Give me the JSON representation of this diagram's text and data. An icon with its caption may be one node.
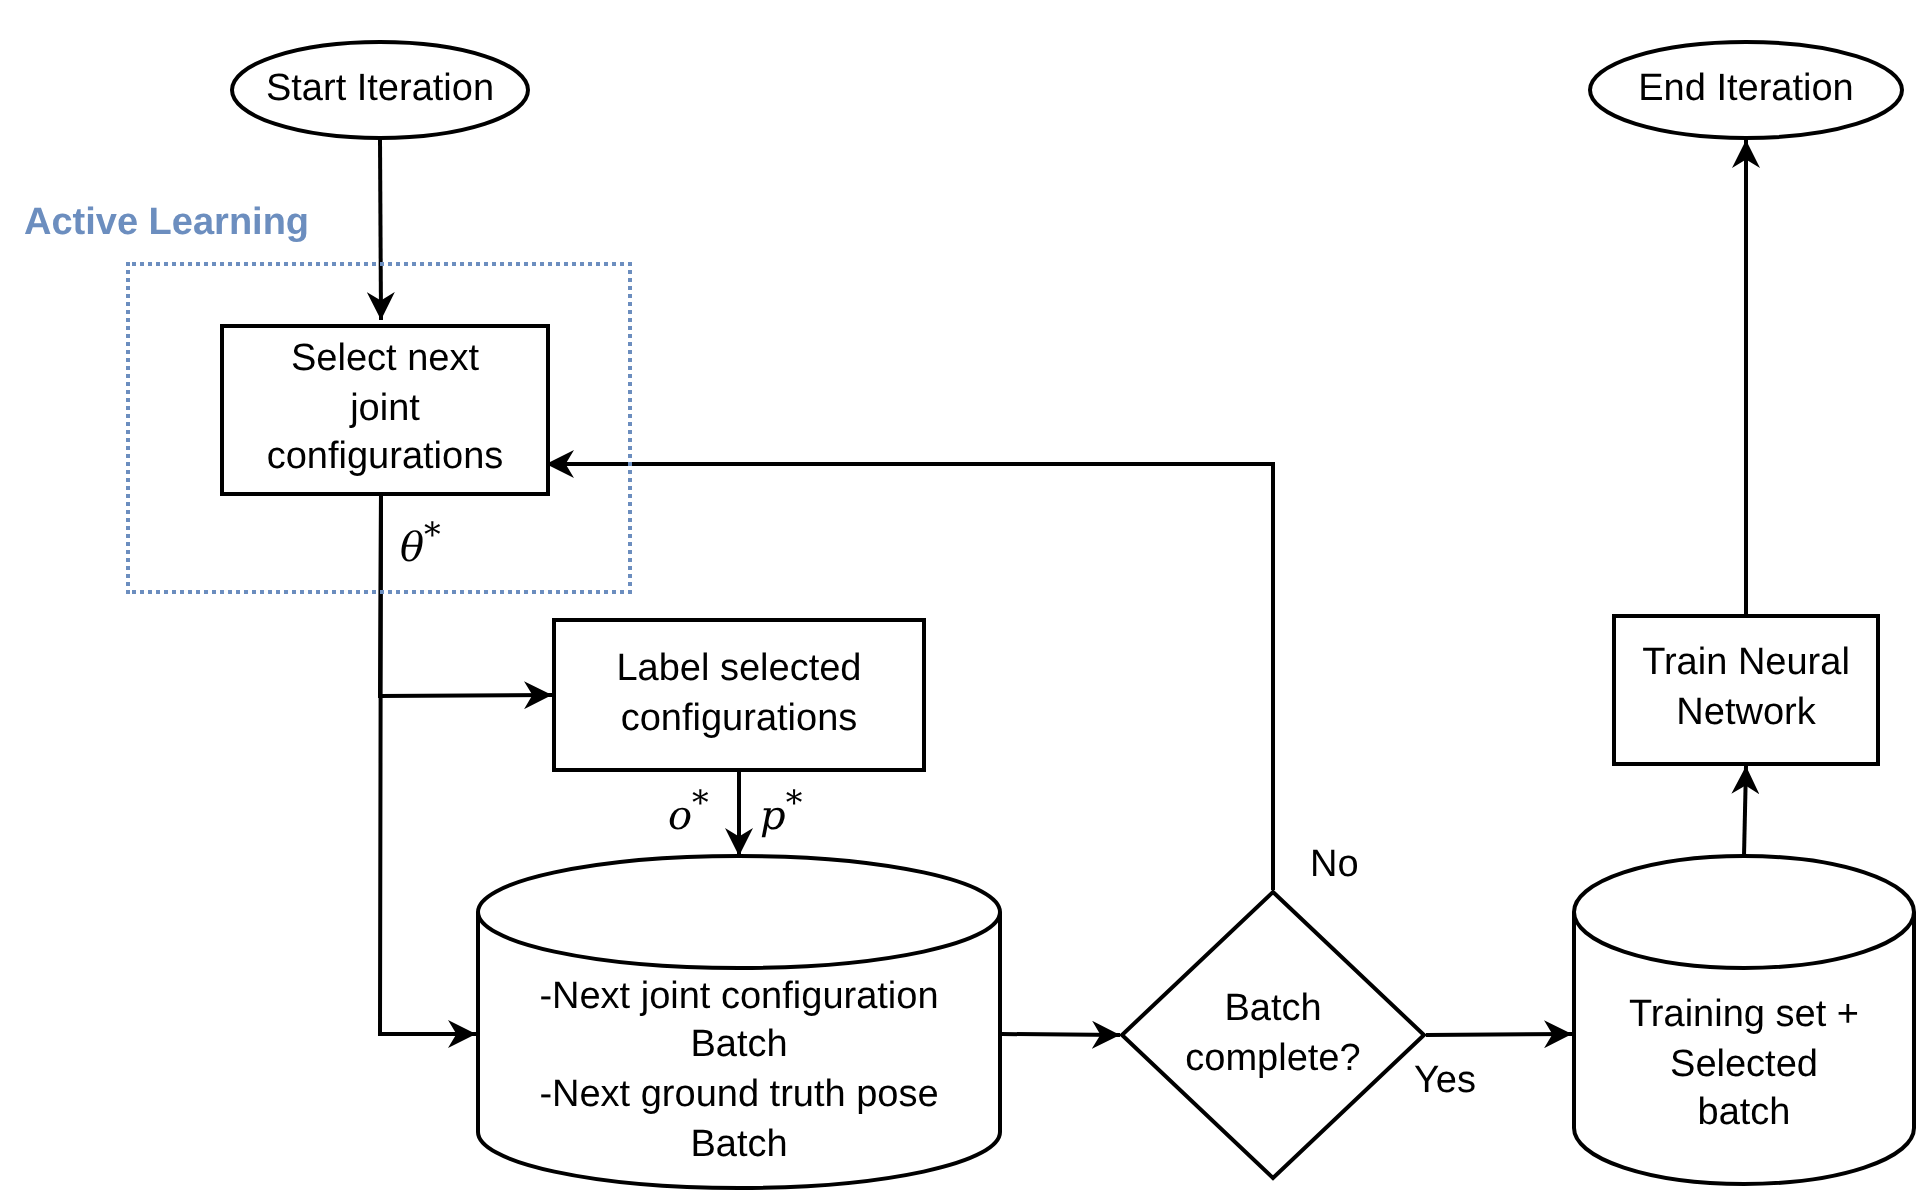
{
  "diagram": {
    "nodes": [
      {
        "text": [
          "Start Iteration"
        ]
      },
      {
        "text": [
          "Active Learning"
        ]
      },
      {
        "text": [
          "Select next joint configurations"
        ],
        "in": 1
      },
      {
        "text": [
          "Label selected configurations"
        ]
      },
      {
        "text": [
          "-Next joint configuration Batch",
          "-Next ground truth pose Batch"
        ]
      },
      {
        "text": [
          "Batch complete?"
        ]
      },
      {
        "text": [
          "Training set + Selected batch"
        ]
      },
      {
        "text": [
          "Train Neural Network"
        ]
      },
      {
        "text": [
          "End Iteration"
        ]
      }
    ],
    "edges": [
      {
        "from": 0,
        "to": 2,
        "arrow": "to"
      },
      {
        "from": 2,
        "to": 3,
        "arrow": "to"
      },
      {
        "from": 2,
        "to": 4,
        "arrow": "to"
      },
      {
        "from": 3,
        "to": 4,
        "arrow": "to"
      },
      {
        "from": 4,
        "to": 5,
        "arrow": "to"
      },
      {
        "from": 5,
        "to": 2,
        "arrow": "to",
        "label": "No"
      },
      {
        "from": 5,
        "to": 6,
        "arrow": "to",
        "label": "Yes"
      },
      {
        "from": 6,
        "to": 7,
        "arrow": "to"
      },
      {
        "from": 7,
        "to": 8,
        "arrow": "to"
      }
    ],
    "labels": [
      "θ$^{*}$",
      "o$^{*}$",
      "p$^{*}$"
    ]
  }
}
